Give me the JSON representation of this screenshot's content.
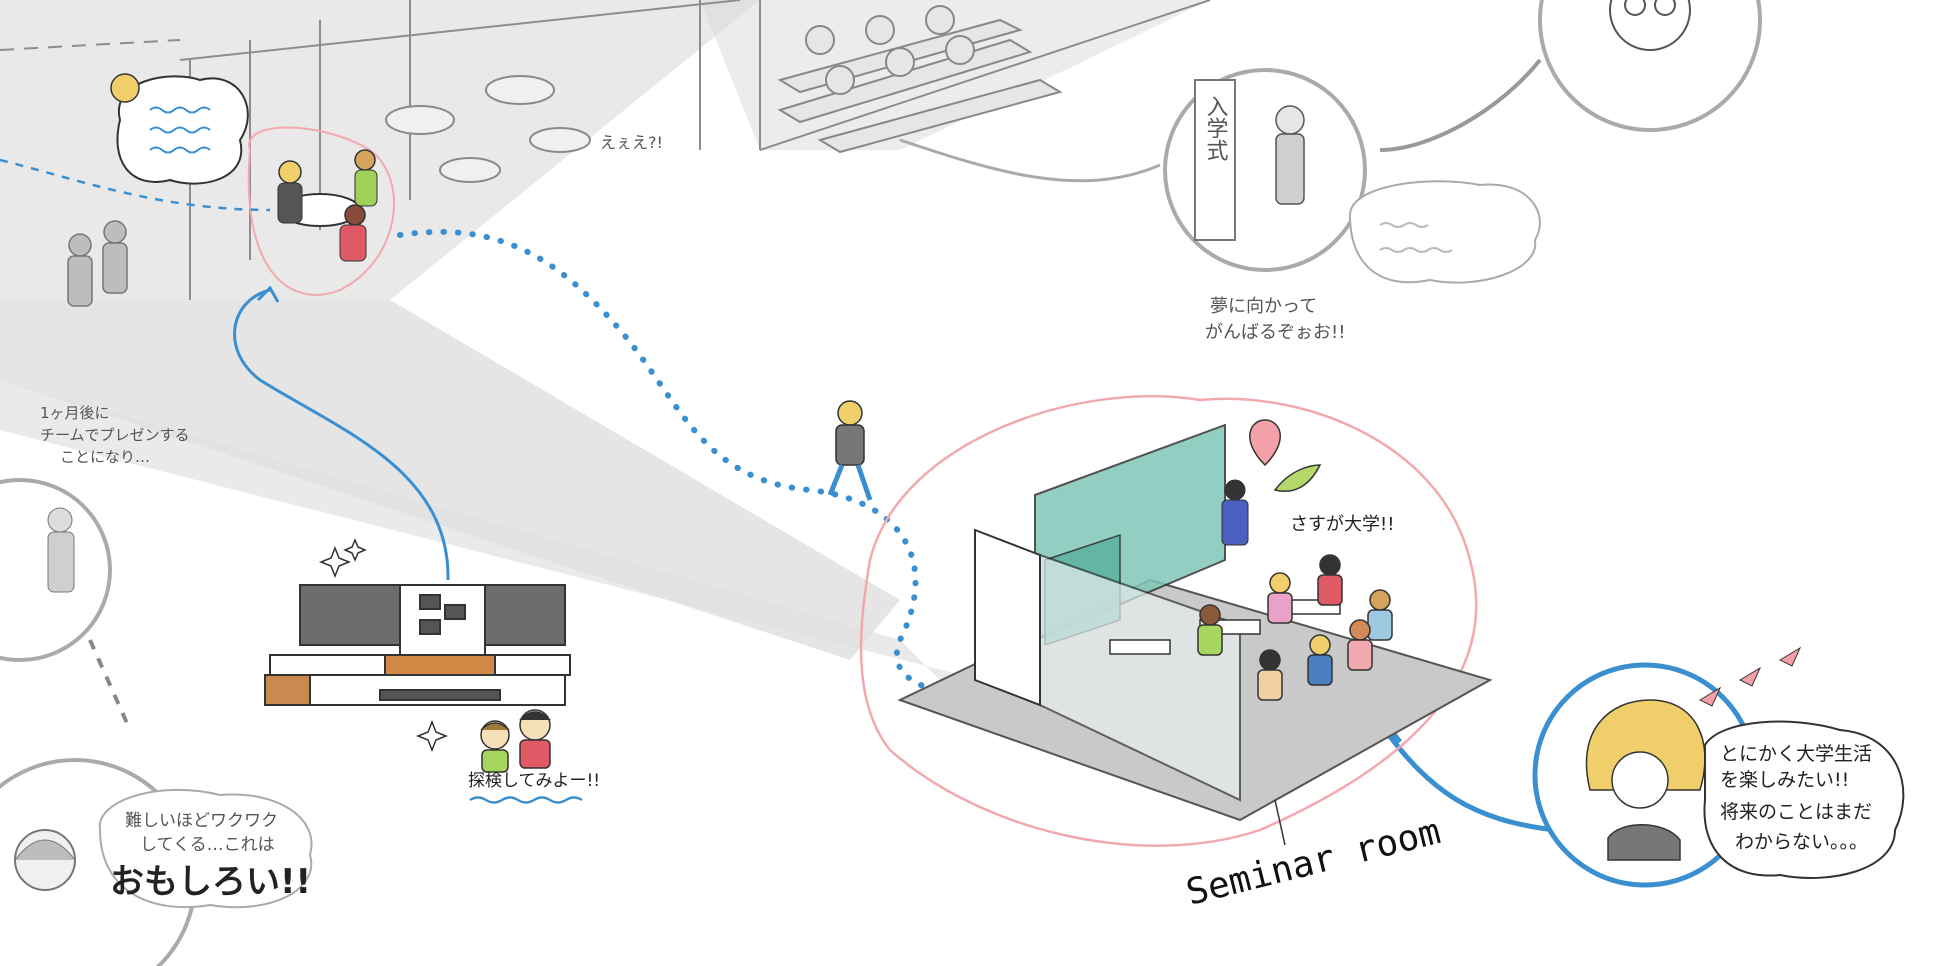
{
  "captions": {
    "nyugakushiki_sign": "入学式",
    "dream": [
      "夢に向かって",
      "がんばるぞぉお!!"
    ],
    "eee": "えぇえ?!",
    "month_later": [
      "1ヶ月後に",
      "チームでプレゼンする",
      "ことになり…"
    ],
    "difficult": [
      "難しいほどワクワク",
      "してくる…これは"
    ],
    "omoshiroi": "おもしろい!!",
    "explore": "探検してみよー!!",
    "sasuga": "さすが大学!!",
    "enjoy": [
      "とにかく大学生活",
      "を楽しみたい!!",
      "将来のことはまだ",
      "わからない。。。"
    ],
    "seminar_label": "Seminar room"
  },
  "colors": {
    "accent_blue": "#3a8fd0",
    "highlight_pink": "#f2a9ae",
    "screen_teal": "#7fc7b8",
    "floor_gray": "#c9c9c9",
    "hair_yellow": "#f0cf6a"
  }
}
